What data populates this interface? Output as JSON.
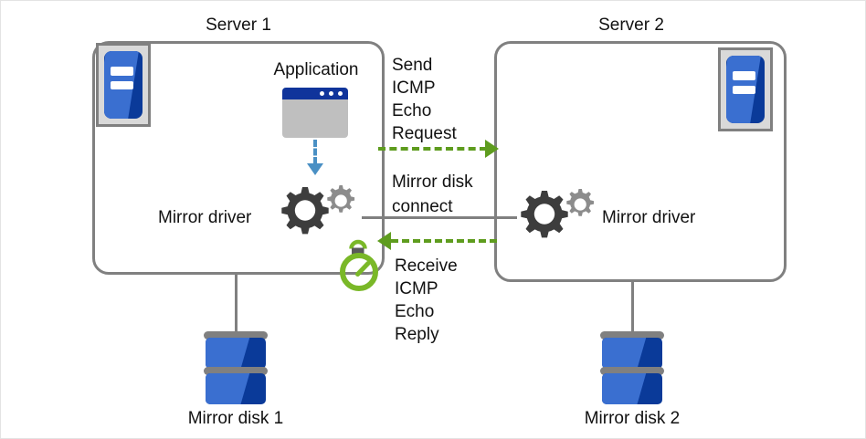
{
  "diagram": {
    "title_server1": "Server 1",
    "title_server2": "Server 2",
    "application_label": "Application",
    "mirror_driver_label_left": "Mirror driver",
    "mirror_driver_label_right": "Mirror driver",
    "mirror_disk1_label": "Mirror disk 1",
    "mirror_disk2_label": "Mirror disk 2",
    "send_icmp_line1": "Send",
    "send_icmp_line2": "ICMP",
    "send_icmp_line3": "Echo",
    "send_icmp_line4": "Request",
    "mirror_disk_connect_line1": "Mirror disk",
    "mirror_disk_connect_line2": "connect",
    "receive_icmp_line1": "Receive",
    "receive_icmp_line2": "ICMP",
    "receive_icmp_line3": "Echo",
    "receive_icmp_line4": "Reply",
    "icons": {
      "server1_icon": "server-icon",
      "server2_icon": "server-icon",
      "application_window": "application-window-icon",
      "gears_left": "gears-icon",
      "gears_right": "gears-icon",
      "disk1": "disk-stack-icon",
      "disk2": "disk-stack-icon",
      "timer": "stopwatch-icon",
      "app_to_driver_arrow": "blue-dashed-down-arrow",
      "send_arrow": "green-dashed-right-arrow",
      "receive_arrow": "green-dashed-left-arrow"
    },
    "colors": {
      "box_border": "#808080",
      "server_blue_dark": "#0a3a99",
      "server_blue_light": "#3a6fd0",
      "arrow_green": "#5e9c1e",
      "arrow_blue": "#4a90c4",
      "gear_dark": "#3d3d3d",
      "gear_light": "#8c8c8c",
      "window_title": "#10349b",
      "window_body": "#bfbfbf",
      "text": "#111111",
      "outer_border": "#e3e3e3"
    }
  }
}
